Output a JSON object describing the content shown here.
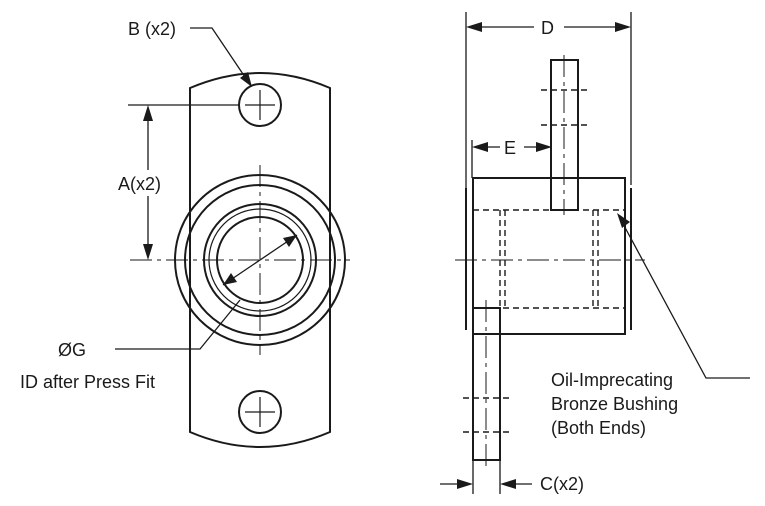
{
  "labels": {
    "b_holes": "B (x2)",
    "a_spacing": "A(x2)",
    "g_diameter": "ØG",
    "g_note": "ID after Press Fit",
    "d_width": "D",
    "e_offset": "E",
    "c_thickness": "C(x2)",
    "bushing_line1": "Oil-Imprecating",
    "bushing_line2": "Bronze Bushing",
    "bushing_line3": "(Both Ends)"
  }
}
